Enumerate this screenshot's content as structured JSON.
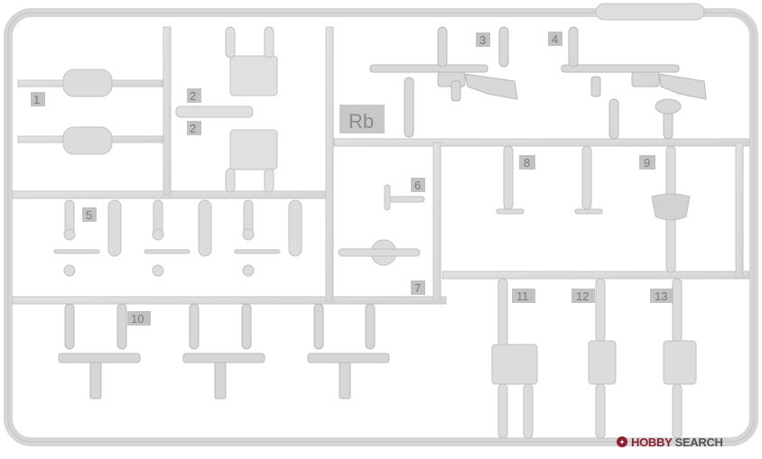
{
  "photo": {
    "subject": "plastic-model-sprue",
    "sprue_code": "Rb",
    "part_numbers": [
      "1",
      "2",
      "2",
      "3",
      "4",
      "5",
      "6",
      "7",
      "8",
      "9",
      "10",
      "11",
      "12",
      "13"
    ],
    "colors": {
      "background": "#ffffff",
      "plastic": "#dcdcdc",
      "plastic_shade": "#c8c8c8",
      "label_tab": "#bfbfbf",
      "number": "#7a7a7a",
      "watermark_accent": "#8a2030"
    }
  },
  "watermark": {
    "brand_a": "HOBBY",
    "brand_b": "SEARCH"
  }
}
